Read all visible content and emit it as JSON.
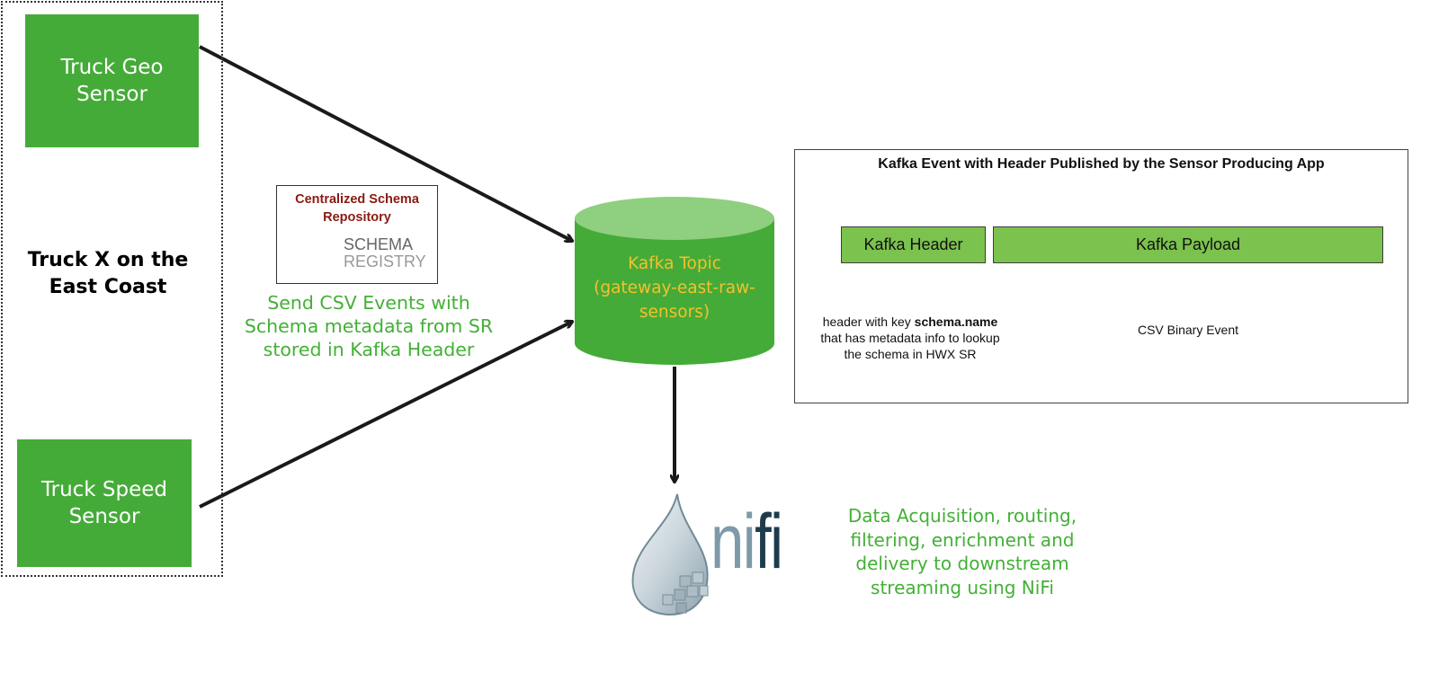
{
  "truck_group": {
    "label": "Truck X on the\nEast Coast",
    "geo_sensor": "Truck Geo\nSensor",
    "speed_sensor": "Truck Speed\nSensor"
  },
  "schema_registry": {
    "title": "Centralized Schema\nRepository",
    "logo_line1": "SCHEMA",
    "logo_line2": "REGISTRY"
  },
  "send_note": "Send CSV Events with\nSchema metadata from SR\nstored in Kafka Header",
  "kafka_topic": {
    "label": "Kafka Topic\n(gateway-east-raw-\nsensors)"
  },
  "event_panel": {
    "title": "Kafka Event with Header Published by the Sensor Producing App",
    "header_segment": "Kafka Header",
    "payload_segment": "Kafka Payload",
    "header_caption_pre": "header with key ",
    "header_caption_key": "schema.name",
    "header_caption_line2": "that has metadata info to lookup",
    "header_caption_line3": "the schema in HWX SR",
    "payload_caption": "CSV Binary Event"
  },
  "nifi": {
    "logo_text_part1": "ni",
    "logo_text_part2": "fi",
    "note": "Data Acquisition, routing,\nfiltering, enrichment and\ndelivery to downstream\nstreaming using NiFi"
  },
  "colors": {
    "sensor_green": "#45ab38",
    "cylinder_body": "#45ab38",
    "cylinder_top": "#8fcf80",
    "topic_text": "#f2c12e",
    "note_green": "#43b036",
    "segment_green": "#7cc24e",
    "brace_yellow": "#f5c030",
    "sr_title_red": "#8b1a12"
  }
}
